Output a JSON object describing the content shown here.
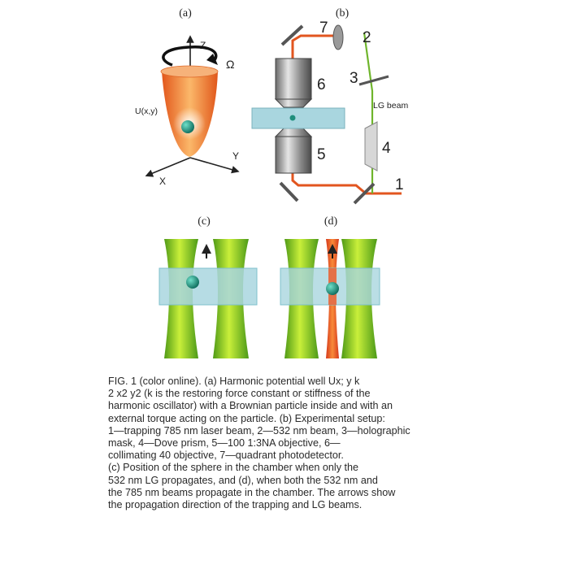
{
  "panels": {
    "a": "(a)",
    "b": "(b)",
    "c": "(c)",
    "d": "(d)"
  },
  "panel_a": {
    "axis_z": "Z",
    "axis_x": "X",
    "axis_y": "Y",
    "omega": "Ω",
    "potential_label": "U(x,y)"
  },
  "panel_b": {
    "n1": "1",
    "n2": "2",
    "n3": "3",
    "n4": "4",
    "n5": "5",
    "n6": "6",
    "n7": "7",
    "lg_beam": "LG beam"
  },
  "colors": {
    "trap_beam": "#e2551f",
    "lg_beam": "#6fb52c",
    "chamber": "#a9d6df",
    "particle": "#1f8e7c",
    "potential_well": "#f39a4a"
  },
  "caption": {
    "line1": "FIG. 1 (color online). (a) Harmonic potential well Ux; y  k",
    "line2": "2 x2  y2 (k is the restoring force constant or stiffness of the",
    "line3": "harmonic oscillator) with a Brownian particle inside and with an",
    "line4": "external torque acting on the particle. (b) Experimental setup:",
    "line5": "1—trapping 785 nm laser beam, 2—532 nm beam, 3—holographic",
    "line6": "mask, 4—Dove prism, 5—100  1:3NA objective, 6—",
    "line7": "collimating 40 objective, 7—quadrant photodetector.",
    "line8": "(c) Position of the sphere in the chamber when only the",
    "line9": "532 nm LG propagates, and (d), when both the 532 nm and",
    "line10": "the 785 nm beams propagate in the chamber. The arrows show",
    "line11": "the propagation direction of the trapping and LG beams."
  }
}
